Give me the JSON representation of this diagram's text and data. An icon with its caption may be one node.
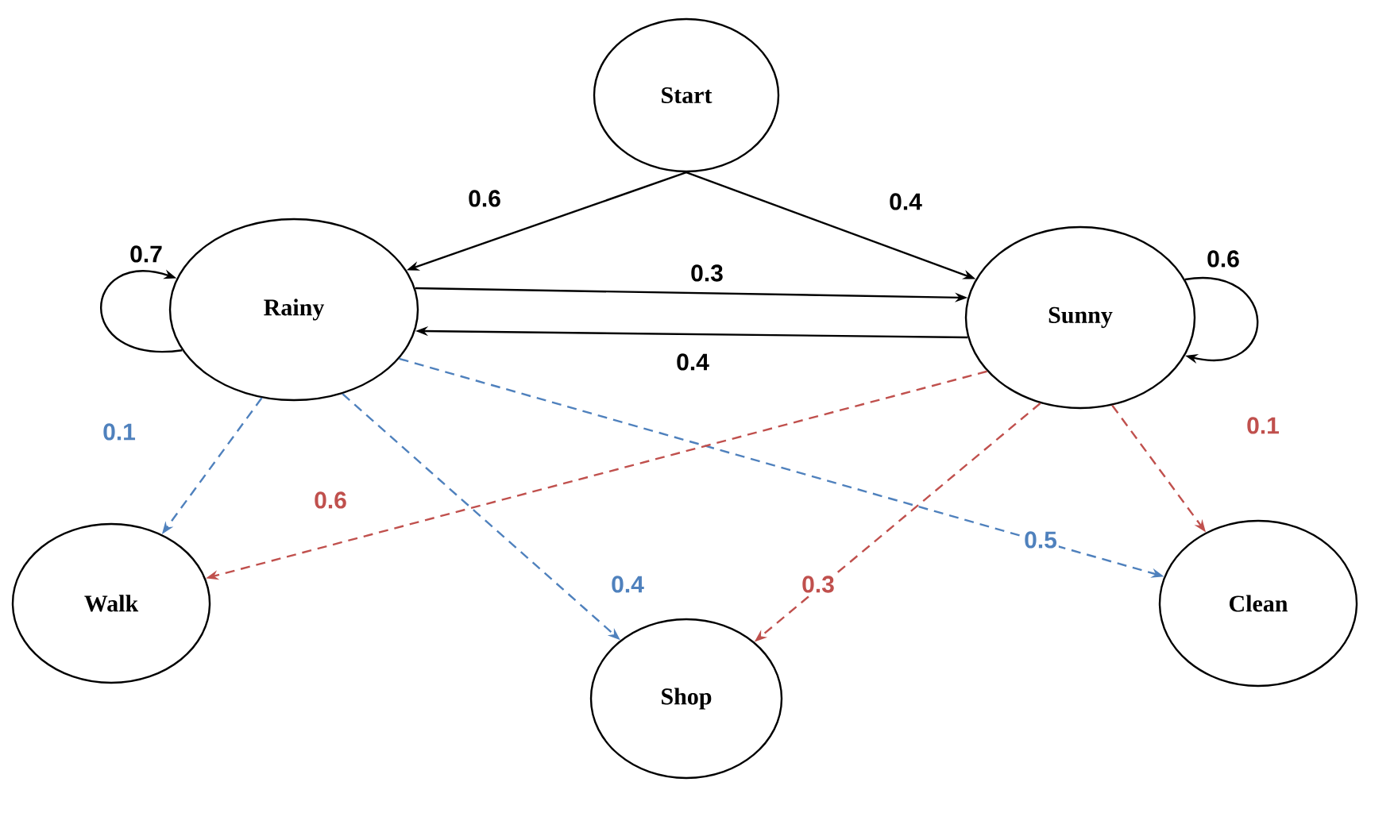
{
  "diagram": {
    "nodes": [
      {
        "text": [
          "Start"
        ]
      },
      {
        "text": [
          "Rainy"
        ]
      },
      {
        "text": [
          "Sunny"
        ]
      },
      {
        "text": [
          "Walk"
        ]
      },
      {
        "text": [
          "Clean"
        ]
      },
      {
        "text": [
          "Shop"
        ]
      }
    ],
    "edges": [
      {
        "from": 0,
        "to": 1,
        "arrow": "to",
        "label": "0.6"
      },
      {
        "from": 0,
        "to": 2,
        "arrow": "to",
        "label": "0.4"
      },
      {
        "from": 1,
        "to": 1,
        "arrow": "to",
        "label": "0.7"
      },
      {
        "from": 1,
        "to": 2,
        "arrow": "to",
        "label": "0.3"
      },
      {
        "from": 2,
        "to": 1,
        "arrow": "to",
        "label": "0.4"
      },
      {
        "from": 2,
        "to": 2,
        "arrow": "to",
        "label": "0.6"
      },
      {
        "from": 1,
        "to": 3,
        "arrow": "to",
        "label": "0.1",
        "style": "dashed",
        "color": "#4f81bd"
      },
      {
        "from": 1,
        "to": 5,
        "arrow": "to",
        "label": "0.4",
        "style": "dashed",
        "color": "#4f81bd"
      },
      {
        "from": 1,
        "to": 4,
        "arrow": "to",
        "label": "0.5",
        "style": "dashed",
        "color": "#4f81bd"
      },
      {
        "from": 2,
        "to": 3,
        "arrow": "to",
        "label": "0.6",
        "style": "dashed",
        "color": "#c0504d"
      },
      {
        "from": 2,
        "to": 5,
        "arrow": "to",
        "label": "0.3",
        "style": "dashed",
        "color": "#c0504d"
      },
      {
        "from": 2,
        "to": 4,
        "arrow": "to",
        "label": "0.1",
        "style": "dashed",
        "color": "#c0504d"
      }
    ]
  }
}
